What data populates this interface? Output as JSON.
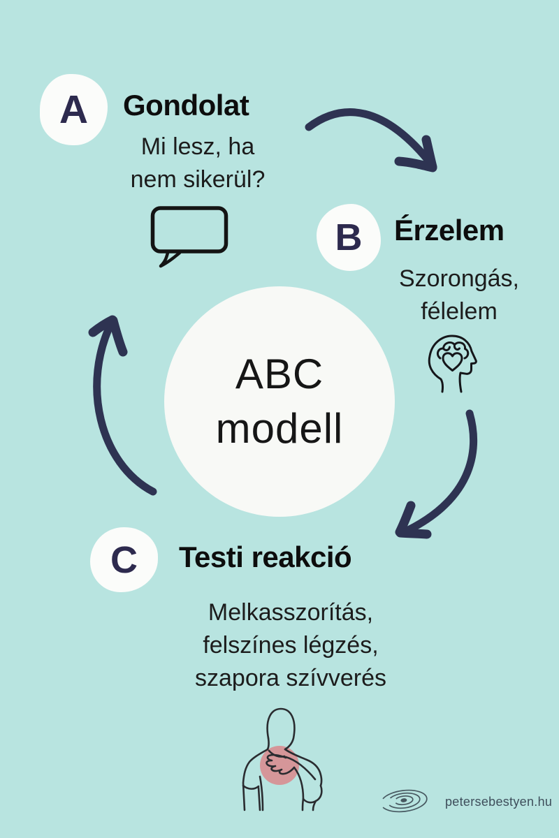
{
  "center": {
    "line1": "ABC",
    "line2": "modell"
  },
  "steps": [
    {
      "letter": "A",
      "title": "Gondolat",
      "lines": [
        "Mi lesz, ha",
        "nem sikerül?"
      ],
      "icon": "speech-bubble-icon"
    },
    {
      "letter": "B",
      "title": "Érzelem",
      "lines": [
        "Szorongás,",
        "félelem"
      ],
      "icon": "head-brain-heart-icon"
    },
    {
      "letter": "C",
      "title": "Testi reakció",
      "lines": [
        "Melkasszorítás,",
        "felszínes légzés,",
        "szapora szívverés"
      ],
      "icon": "hand-on-chest-icon"
    }
  ],
  "footer": {
    "website": "petersebestyen.hu",
    "logo": "water-ripple-logo"
  },
  "colors": {
    "background": "#b8e4e0",
    "blob_white": "#fbfcfa",
    "center_circle": "#f8f9f6",
    "letter_navy": "#2d2a4e",
    "arrow_navy": "#2e3352",
    "heading_black": "#0d0d0d",
    "body_text": "#1c1c1c",
    "pink_accent": "#e0989b",
    "watermark_slate": "#3e4e5b"
  }
}
